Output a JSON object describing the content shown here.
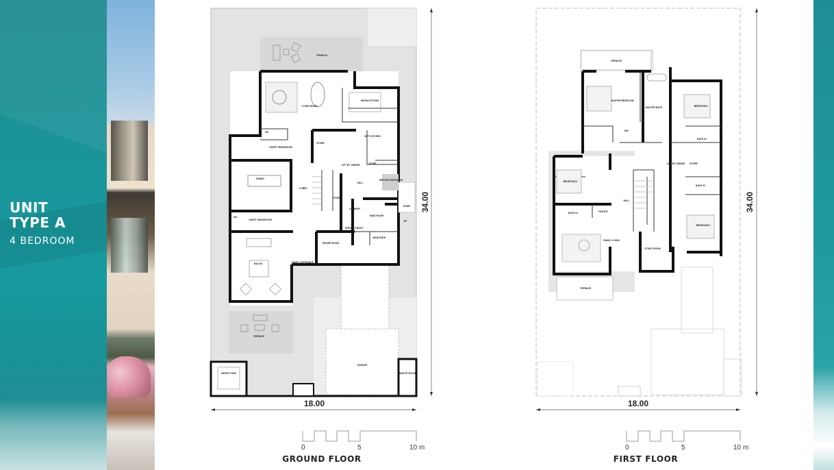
{
  "brochure": {
    "unit_title_line1": "UNIT",
    "unit_title_line2": "TYPE A",
    "bedrooms": "4 BEDROOM",
    "accent_color": "#1a959a"
  },
  "ground_floor": {
    "label": "GROUND FLOOR",
    "width_dim": "18.00",
    "depth_dim": "34.00",
    "scale": {
      "start": "0",
      "mid": "5",
      "end": "10 m"
    },
    "rooms": {
      "terrace_top": "TERRACE",
      "living_room": "LIVING ROOM",
      "show_kitchen": "SHOW KITCHEN",
      "wet_kitchen": "WET KITCHEN",
      "store": "STORE",
      "wc": "WC",
      "guest_washroom": "GUEST WASHROOM",
      "dining": "DINING",
      "lobby": "LOBBY",
      "lift": "LIFT BY OWNER",
      "store2": "STORE",
      "hall": "HALL",
      "guest_entrance": "SERVICE ENTRANCE",
      "ramp": "RAMP",
      "up": "UP",
      "store3": "STORE",
      "laundry": "LAUNDRY",
      "maid_room": "MAID ROOM",
      "drivers_bath": "DRIVER'S BATH",
      "maid_bath": "MAID BATH",
      "driver_room": "DRIVER ROOM",
      "wc2": "WC",
      "guest_washroom2": "GUEST WASHROOM",
      "majlis": "MAJLIS",
      "family_entrance": "FAMILY ENTRANCE",
      "terrace_bottom": "TERRACE",
      "garage": "GARAGE",
      "water_tank": "WATER TANK",
      "waste_room": "WASTE ROOM"
    }
  },
  "first_floor": {
    "label": "FIRST FLOOR",
    "width_dim": "18.00",
    "depth_dim": "34.00",
    "scale": {
      "start": "0",
      "mid": "5",
      "end": "10 m"
    },
    "rooms": {
      "terrace_top": "TERRACE",
      "master_bedroom": "MASTER BEDROOM",
      "master_bath": "MASTER BATH",
      "wic": "WIC",
      "bedroom2": "BEDROOM 2",
      "bath2": "BATH 02",
      "lift": "LIFT BY OWNER",
      "store": "STORE",
      "bath3": "BATH 03",
      "bedroom4": "BEDROOM 4",
      "hall": "HALL",
      "bath4": "BATH 04",
      "pantry": "PANTRY",
      "bedroom3": "BEDROOM 3",
      "family_living": "FAMILY LIVING",
      "study_room": "STUDY ROOM",
      "terrace_bottom": "TERRACE"
    }
  }
}
